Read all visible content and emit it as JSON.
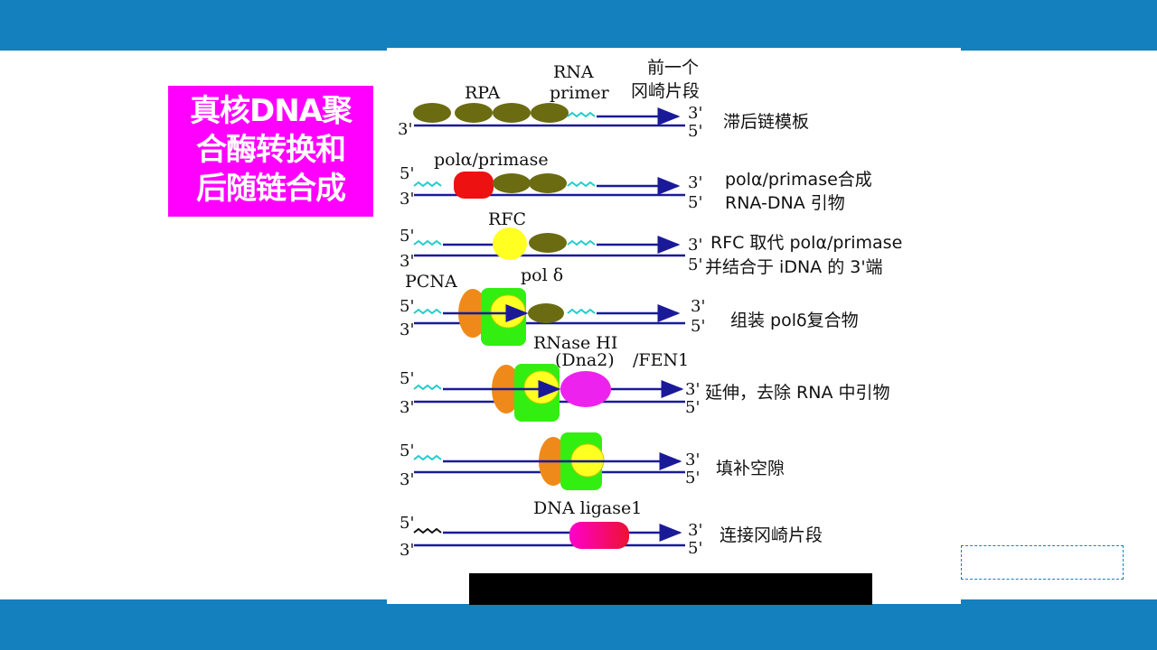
{
  "title": {
    "lines": [
      "真核DNA聚",
      "合酶转换和",
      "后随链合成"
    ]
  },
  "colors": {
    "band": "#1480bd",
    "title_bg": "#ff00ff",
    "rpa": "#6b6b12",
    "pol_alpha": "#ee1111",
    "rfc": "#ffff22",
    "pcna": "#ef8a1a",
    "pol_delta": "#33ee11",
    "fen1": "#ee22ee",
    "ligase": "#ee2277",
    "dna": "#1a1a99",
    "rna": "#22cccc"
  },
  "diagram": {
    "top_labels": {
      "rpa": "RPA",
      "rna": "RNA",
      "primer": "primer",
      "prev1": "前一个",
      "prev2": "冈崎片段"
    },
    "ends": {
      "three": "3'",
      "five": "5'"
    },
    "rows": [
      {
        "label": "",
        "desc1": "滞后链模板",
        "desc2": ""
      },
      {
        "label": "polα/primase",
        "desc1": "polα/primase合成",
        "desc2": "RNA-DNA 引物"
      },
      {
        "label": "RFC",
        "desc1": "RFC 取代 polα/primase",
        "desc2": "并结合于 iDNA 的 3'端"
      },
      {
        "label": "pol δ",
        "label2": "PCNA",
        "desc1": "组装 polδ复合物",
        "desc2": ""
      },
      {
        "label": "RNase HI",
        "label2": "(Dna2)",
        "label3": "/FEN1",
        "desc1": "延伸，去除 RNA 中引物",
        "desc2": ""
      },
      {
        "label": "",
        "desc1": "填补空隙",
        "desc2": ""
      },
      {
        "label": "DNA ligase1",
        "desc1": "连接冈崎片段",
        "desc2": ""
      }
    ]
  }
}
